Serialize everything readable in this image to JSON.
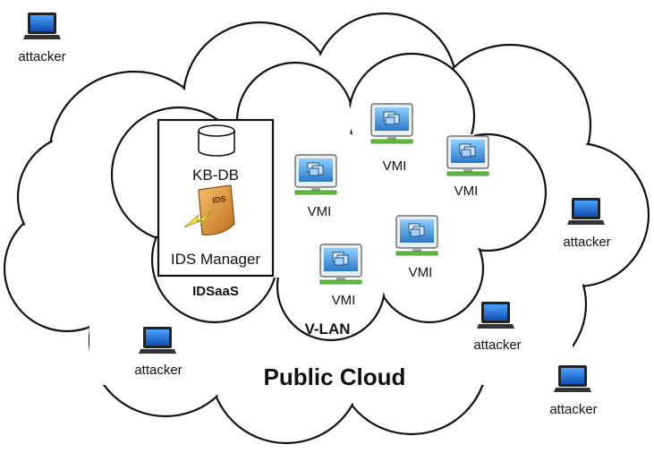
{
  "labels": {
    "public_cloud": "Public Cloud",
    "vlan": "V-LAN",
    "idsaas": "IDSaaS",
    "kb_db": "KB-DB",
    "ids_manager": "IDS Manager",
    "ids_badge": "IDS",
    "attacker": "attacker",
    "vmi": "VMI"
  },
  "attackers": [
    "attacker",
    "attacker",
    "attacker",
    "attacker",
    "attacker"
  ],
  "vmis": [
    "VMI",
    "VMI",
    "VMI",
    "VMI",
    "VMI"
  ],
  "colors": {
    "outline": "#111111",
    "vmi_screen": "#3f90d8",
    "vmi_base": "#5fbf3a",
    "laptop_screen": "#1e6fd6",
    "ids_shield": "#d98a2b"
  }
}
